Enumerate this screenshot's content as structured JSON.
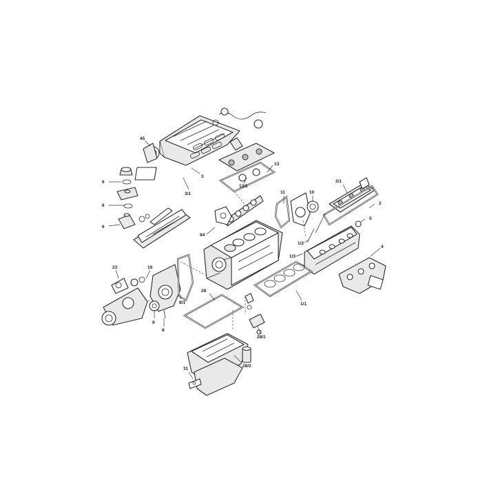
{
  "diagram": {
    "callouts": [
      {
        "id": "45",
        "label": "45"
      },
      {
        "id": "3",
        "label": "3"
      },
      {
        "id": "3_1",
        "label": "3/1"
      },
      {
        "id": "13",
        "label": "13"
      },
      {
        "id": "13_1",
        "label": "13/1"
      },
      {
        "id": "6a",
        "label": "6"
      },
      {
        "id": "6b",
        "label": "6"
      },
      {
        "id": "6c",
        "label": "6"
      },
      {
        "id": "11",
        "label": "11"
      },
      {
        "id": "10",
        "label": "10"
      },
      {
        "id": "2_1",
        "label": "2/1"
      },
      {
        "id": "2",
        "label": "2"
      },
      {
        "id": "5",
        "label": "5"
      },
      {
        "id": "94",
        "label": "94"
      },
      {
        "id": "1_2",
        "label": "1/2"
      },
      {
        "id": "1_3",
        "label": "1/3"
      },
      {
        "id": "4",
        "label": "4"
      },
      {
        "id": "23",
        "label": "23"
      },
      {
        "id": "19",
        "label": "19"
      },
      {
        "id": "8_1",
        "label": "8/1"
      },
      {
        "id": "1_1",
        "label": "1/1"
      },
      {
        "id": "9",
        "label": "9"
      },
      {
        "id": "8",
        "label": "8"
      },
      {
        "id": "28",
        "label": "28"
      },
      {
        "id": "28_1",
        "label": "28/1"
      },
      {
        "id": "28_2",
        "label": "28/2"
      },
      {
        "id": "31",
        "label": "31"
      }
    ]
  }
}
